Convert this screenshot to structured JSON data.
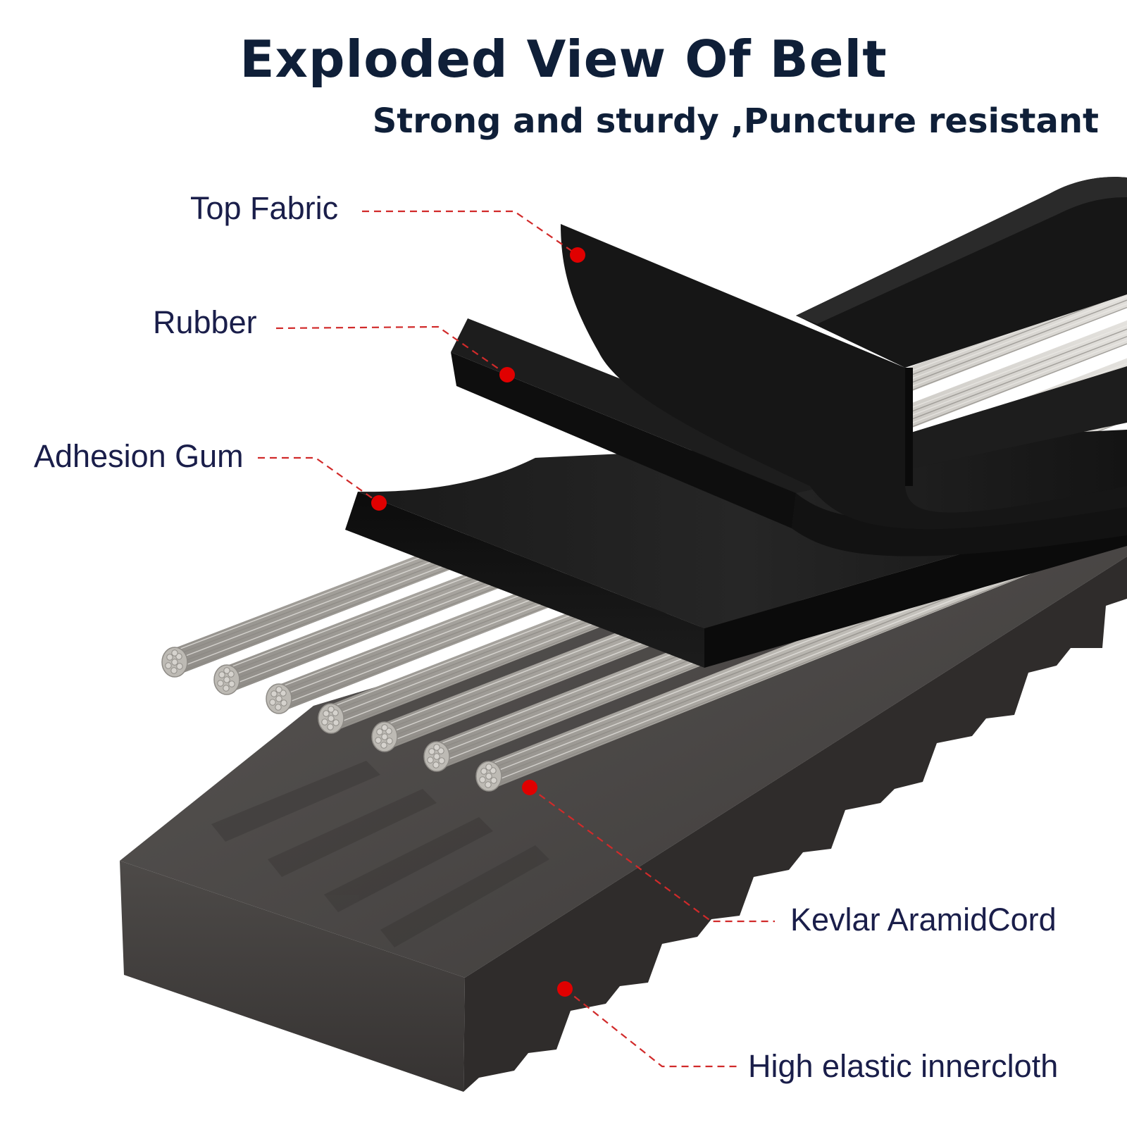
{
  "header": {
    "title": "Exploded View Of Belt",
    "subtitle": "Strong and sturdy ,Puncture resistant"
  },
  "callouts": [
    {
      "id": "top-fabric",
      "label": "Top Fabric"
    },
    {
      "id": "rubber",
      "label": "Rubber"
    },
    {
      "id": "adhesion-gum",
      "label": "Adhesion Gum"
    },
    {
      "id": "kevlar-aramid-cord",
      "label": "Kevlar AramidCord"
    },
    {
      "id": "high-elastic-innercloth",
      "label": "High elastic innercloth"
    }
  ],
  "colors": {
    "title": "#0f1f38",
    "label": "#1a1e4a",
    "leader_line": "#d12a2a",
    "marker_dot": "#e00000",
    "layer_black": "#151515",
    "cord_silver": "#c9c6c1",
    "innercloth_grey": "#4a4746"
  }
}
